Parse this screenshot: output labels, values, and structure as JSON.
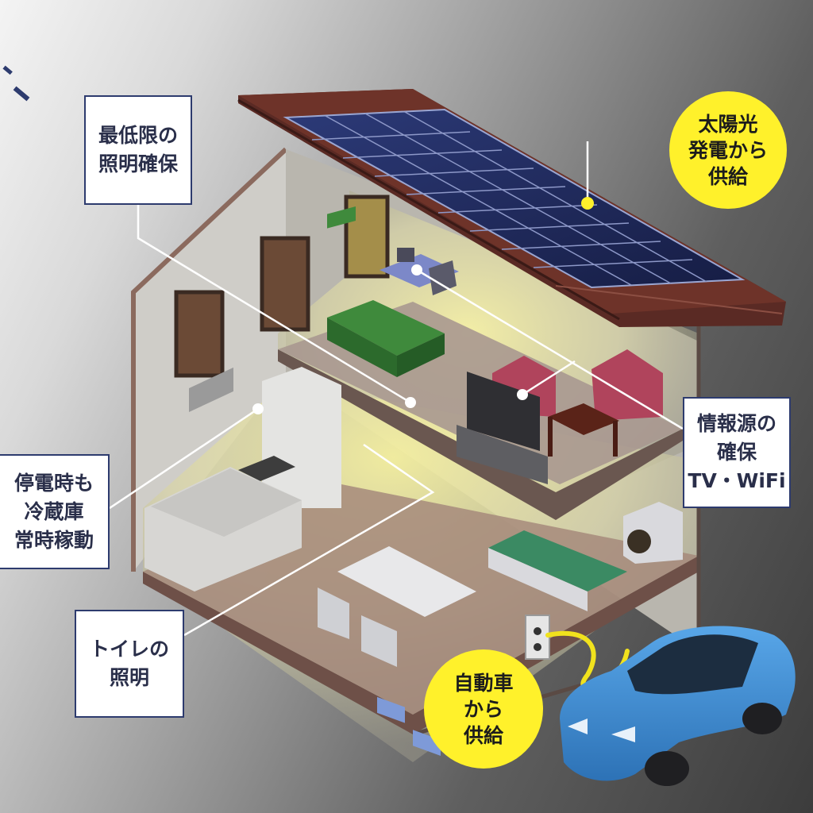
{
  "labels": {
    "lighting": [
      "最低限の",
      "照明確保"
    ],
    "solar": [
      "太陽光",
      "発電から",
      "供給"
    ],
    "info": [
      "情報源の",
      "確保",
      "TV・WiFi"
    ],
    "fridge": [
      "停電時も",
      "冷蔵庫",
      "常時稼動"
    ],
    "toilet": [
      "トイレの",
      "照明"
    ],
    "car": [
      "自動車",
      "から",
      "供給"
    ]
  },
  "colors": {
    "box_border": "#2d3b6e",
    "circle_fill": "#fff12b",
    "roof": "#5a2a24",
    "solar_panel": "#1f2a55",
    "car": "#3d8fd6",
    "light": "#f3ee8a"
  },
  "icons": {
    "leader_dot": "white-dot",
    "cable": "yellow-cable"
  }
}
